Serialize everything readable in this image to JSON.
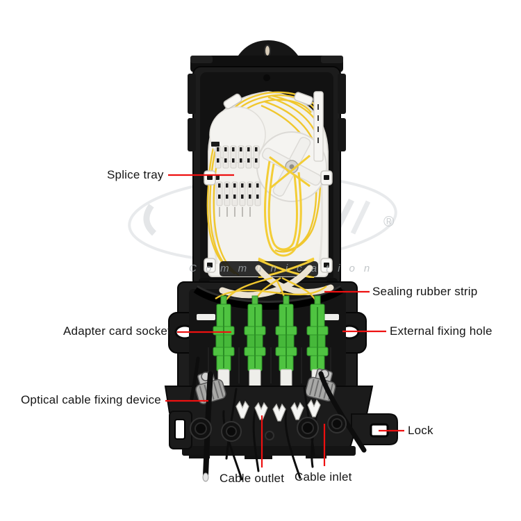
{
  "image_type": "annotated product photo",
  "product": {
    "description": "Opened black fiber optic splice closure / FTTH termination box with splice tray, yellow fibers and green SC adapters"
  },
  "callouts": [
    {
      "id": "splice-tray",
      "label": "Splice tray",
      "side": "left"
    },
    {
      "id": "sealing-rubber-strip",
      "label": "Sealing rubber strip",
      "side": "right"
    },
    {
      "id": "adapter-card-socket",
      "label": "Adapter card socket",
      "side": "left"
    },
    {
      "id": "external-fixing-hole",
      "label": "External fixing hole",
      "side": "right"
    },
    {
      "id": "optical-cable-fixing-device",
      "label": "Optical cable fixing device",
      "side": "left"
    },
    {
      "id": "lock",
      "label": "Lock",
      "side": "right"
    },
    {
      "id": "cable-outlet",
      "label": "Cable outlet",
      "side": "bottom"
    },
    {
      "id": "cable-inlet",
      "label": "Cable inlet",
      "side": "bottom"
    }
  ],
  "watermark": {
    "text": "Communication",
    "registered_mark": "®"
  },
  "colors": {
    "background": "#ffffff",
    "callout_line": "#ee1010",
    "label_text": "#151515",
    "box_body": "#1b1b1b",
    "splice_tray_white": "#f3f2ee",
    "fiber_yellow": "#f0c72e",
    "adapter_green": "#4fc341",
    "connector_white": "#eeeeea",
    "clamp_metal": "#a8a8a6",
    "watermark_gray": "#c3c7ca"
  }
}
